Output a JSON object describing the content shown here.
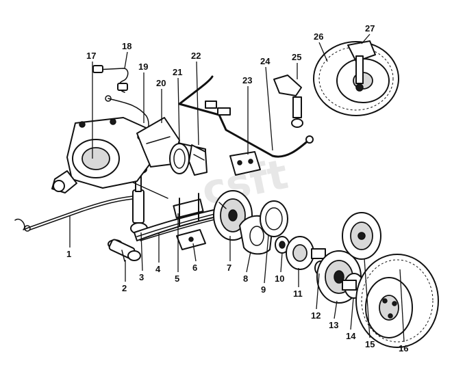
{
  "diagram": {
    "callouts": [
      {
        "id": "c1",
        "label": "1"
      },
      {
        "id": "c2",
        "label": "2"
      },
      {
        "id": "c3",
        "label": "3"
      },
      {
        "id": "c4",
        "label": "4"
      },
      {
        "id": "c5",
        "label": "5"
      },
      {
        "id": "c6",
        "label": "6"
      },
      {
        "id": "c7",
        "label": "7"
      },
      {
        "id": "c8",
        "label": "8"
      },
      {
        "id": "c9",
        "label": "9"
      },
      {
        "id": "c10",
        "label": "10"
      },
      {
        "id": "c11",
        "label": "11"
      },
      {
        "id": "c12",
        "label": "12"
      },
      {
        "id": "c13",
        "label": "13"
      },
      {
        "id": "c14",
        "label": "14"
      },
      {
        "id": "c15",
        "label": "15"
      },
      {
        "id": "c16",
        "label": "16"
      },
      {
        "id": "c17",
        "label": "17"
      },
      {
        "id": "c18",
        "label": "18"
      },
      {
        "id": "c19",
        "label": "19"
      },
      {
        "id": "c20",
        "label": "20"
      },
      {
        "id": "c21",
        "label": "21"
      },
      {
        "id": "c22",
        "label": "22"
      },
      {
        "id": "c23",
        "label": "23"
      },
      {
        "id": "c24",
        "label": "24"
      },
      {
        "id": "c25",
        "label": "25"
      },
      {
        "id": "c26",
        "label": "26"
      },
      {
        "id": "c27",
        "label": "27"
      }
    ],
    "watermark": "csft"
  }
}
